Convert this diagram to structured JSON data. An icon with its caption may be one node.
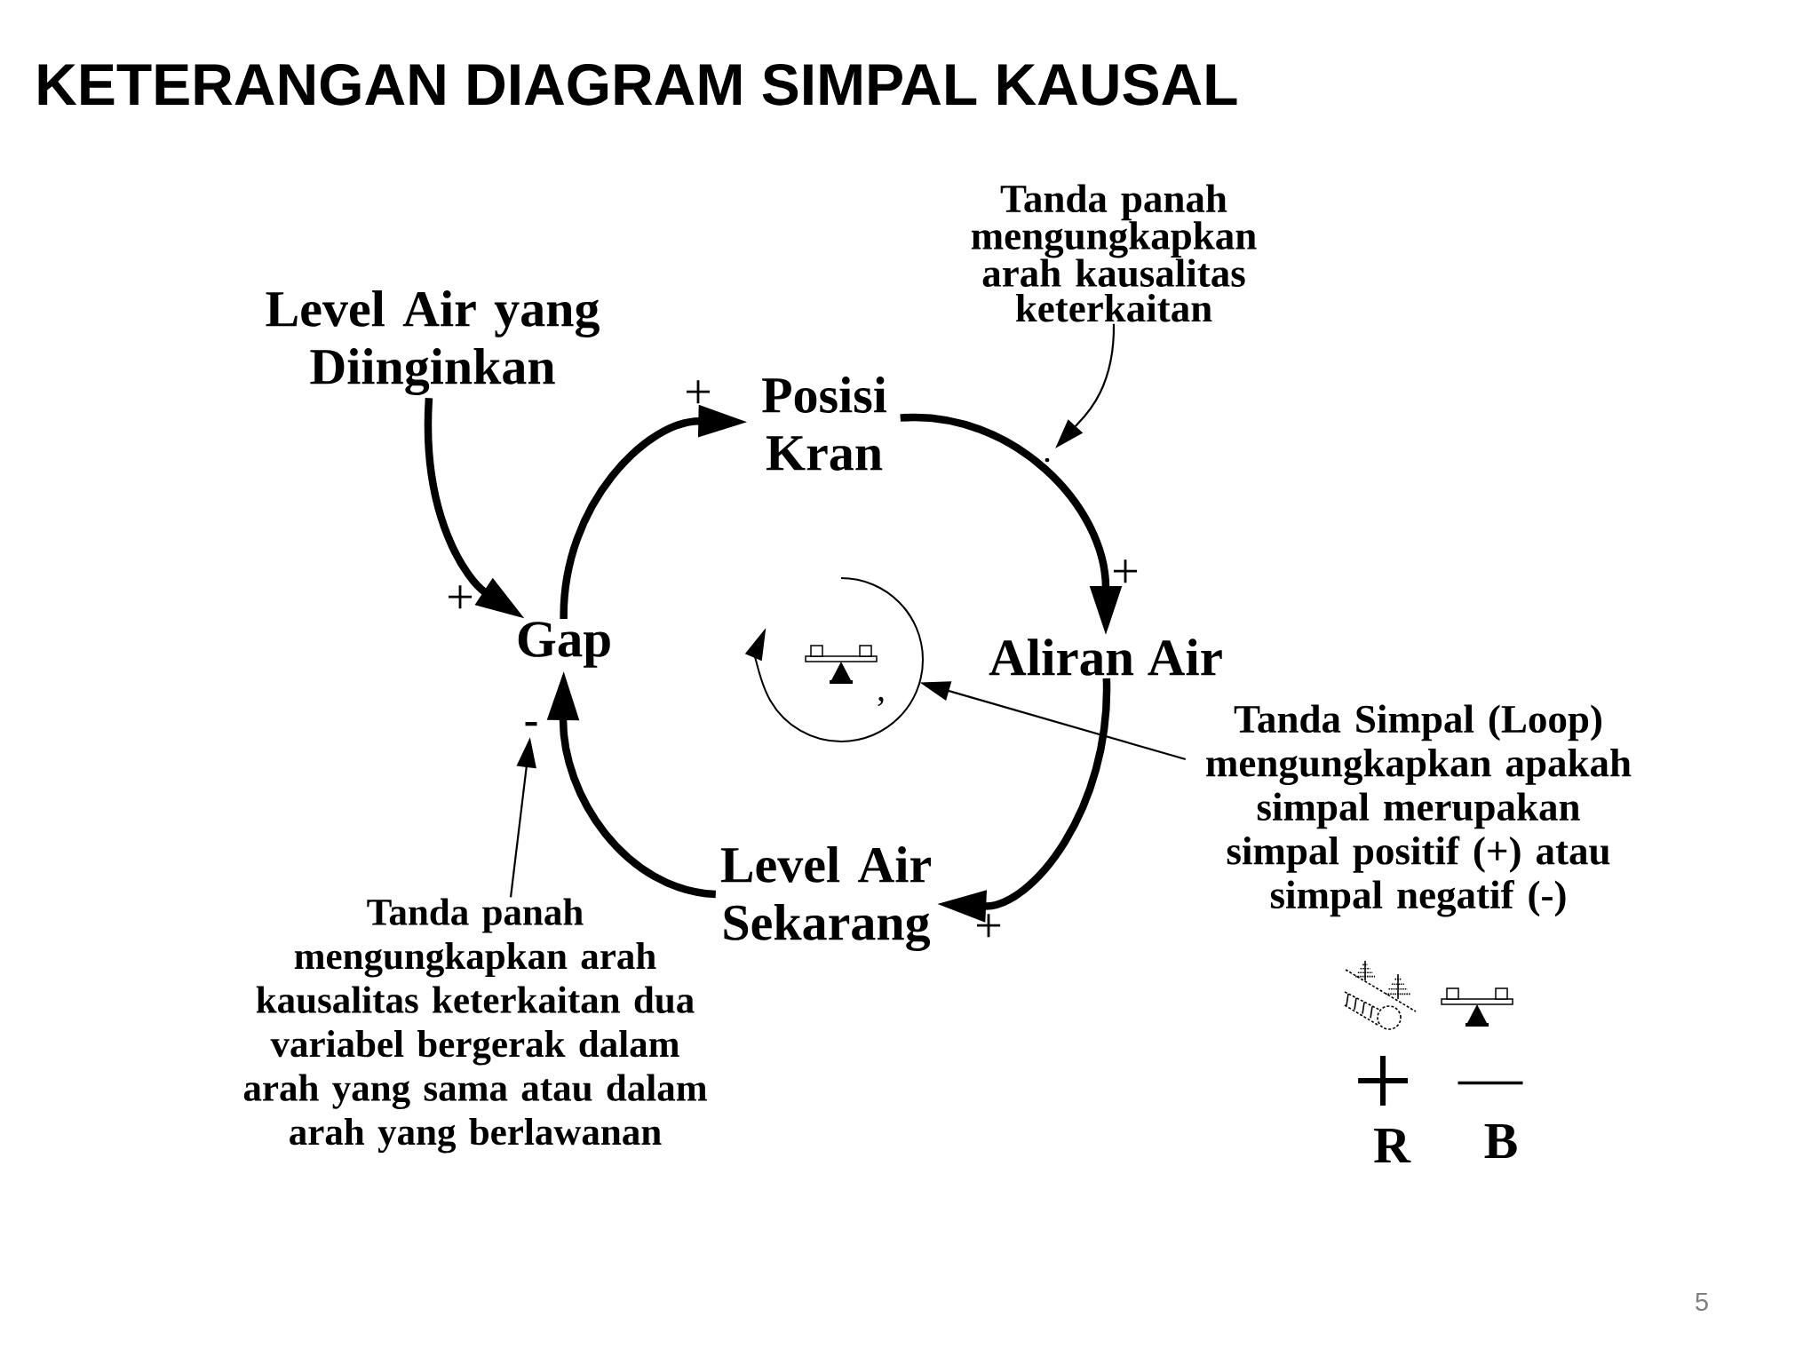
{
  "diagram": {
    "title": "KETERANGAN DIAGRAM SIMPAL KAUSAL",
    "nodes": [
      {
        "text": [
          "Tanda panah mengungkapkan arah kausalitas keterkaitan"
        ]
      },
      {
        "text": [
          "Level Air yang Diinginkan"
        ]
      },
      {
        "text": [
          "Posisi Kran"
        ]
      },
      {
        "text": [
          "Gap"
        ]
      },
      {
        "text": [],
        "shape": "picture"
      },
      {
        "text": [
          "Aliran Air"
        ]
      },
      {
        "text": [
          "-"
        ]
      },
      {
        "text": [
          "Tanda Simpal (Loop) mengungkapkan apakah simpal merupakan simpal positif (+) atau simpal negatif (-)"
        ]
      },
      {
        "text": [
          "Level Air Sekarang"
        ]
      },
      {
        "text": [
          "Tanda panah mengungkapkan arah kausalitas keterkaitan dua variabel bergerak dalam arah yang sama atau dalam arah yang berlawanan"
        ]
      }
    ],
    "edges": [
      {
        "from": 1,
        "to": 3,
        "arrow": "to",
        "label": "+"
      },
      {
        "from": 3,
        "to": 2,
        "arrow": "to",
        "label": "+"
      },
      {
        "from": 2,
        "to": 5,
        "arrow": "to",
        "label": "+"
      },
      {
        "from": 5,
        "to": 8,
        "arrow": "to",
        "label": "+"
      },
      {
        "from": 8,
        "to": 3,
        "arrow": "to"
      },
      {
        "from": 0,
        "to": null,
        "arrow": "to"
      },
      {
        "from": 9,
        "to": 6,
        "arrow": "to"
      },
      {
        "from": 7,
        "to": 4,
        "arrow": "to"
      }
    ],
    "labels": [
      ".",
      ",",
      "+",
      "—",
      "R",
      "B",
      "5"
    ]
  }
}
